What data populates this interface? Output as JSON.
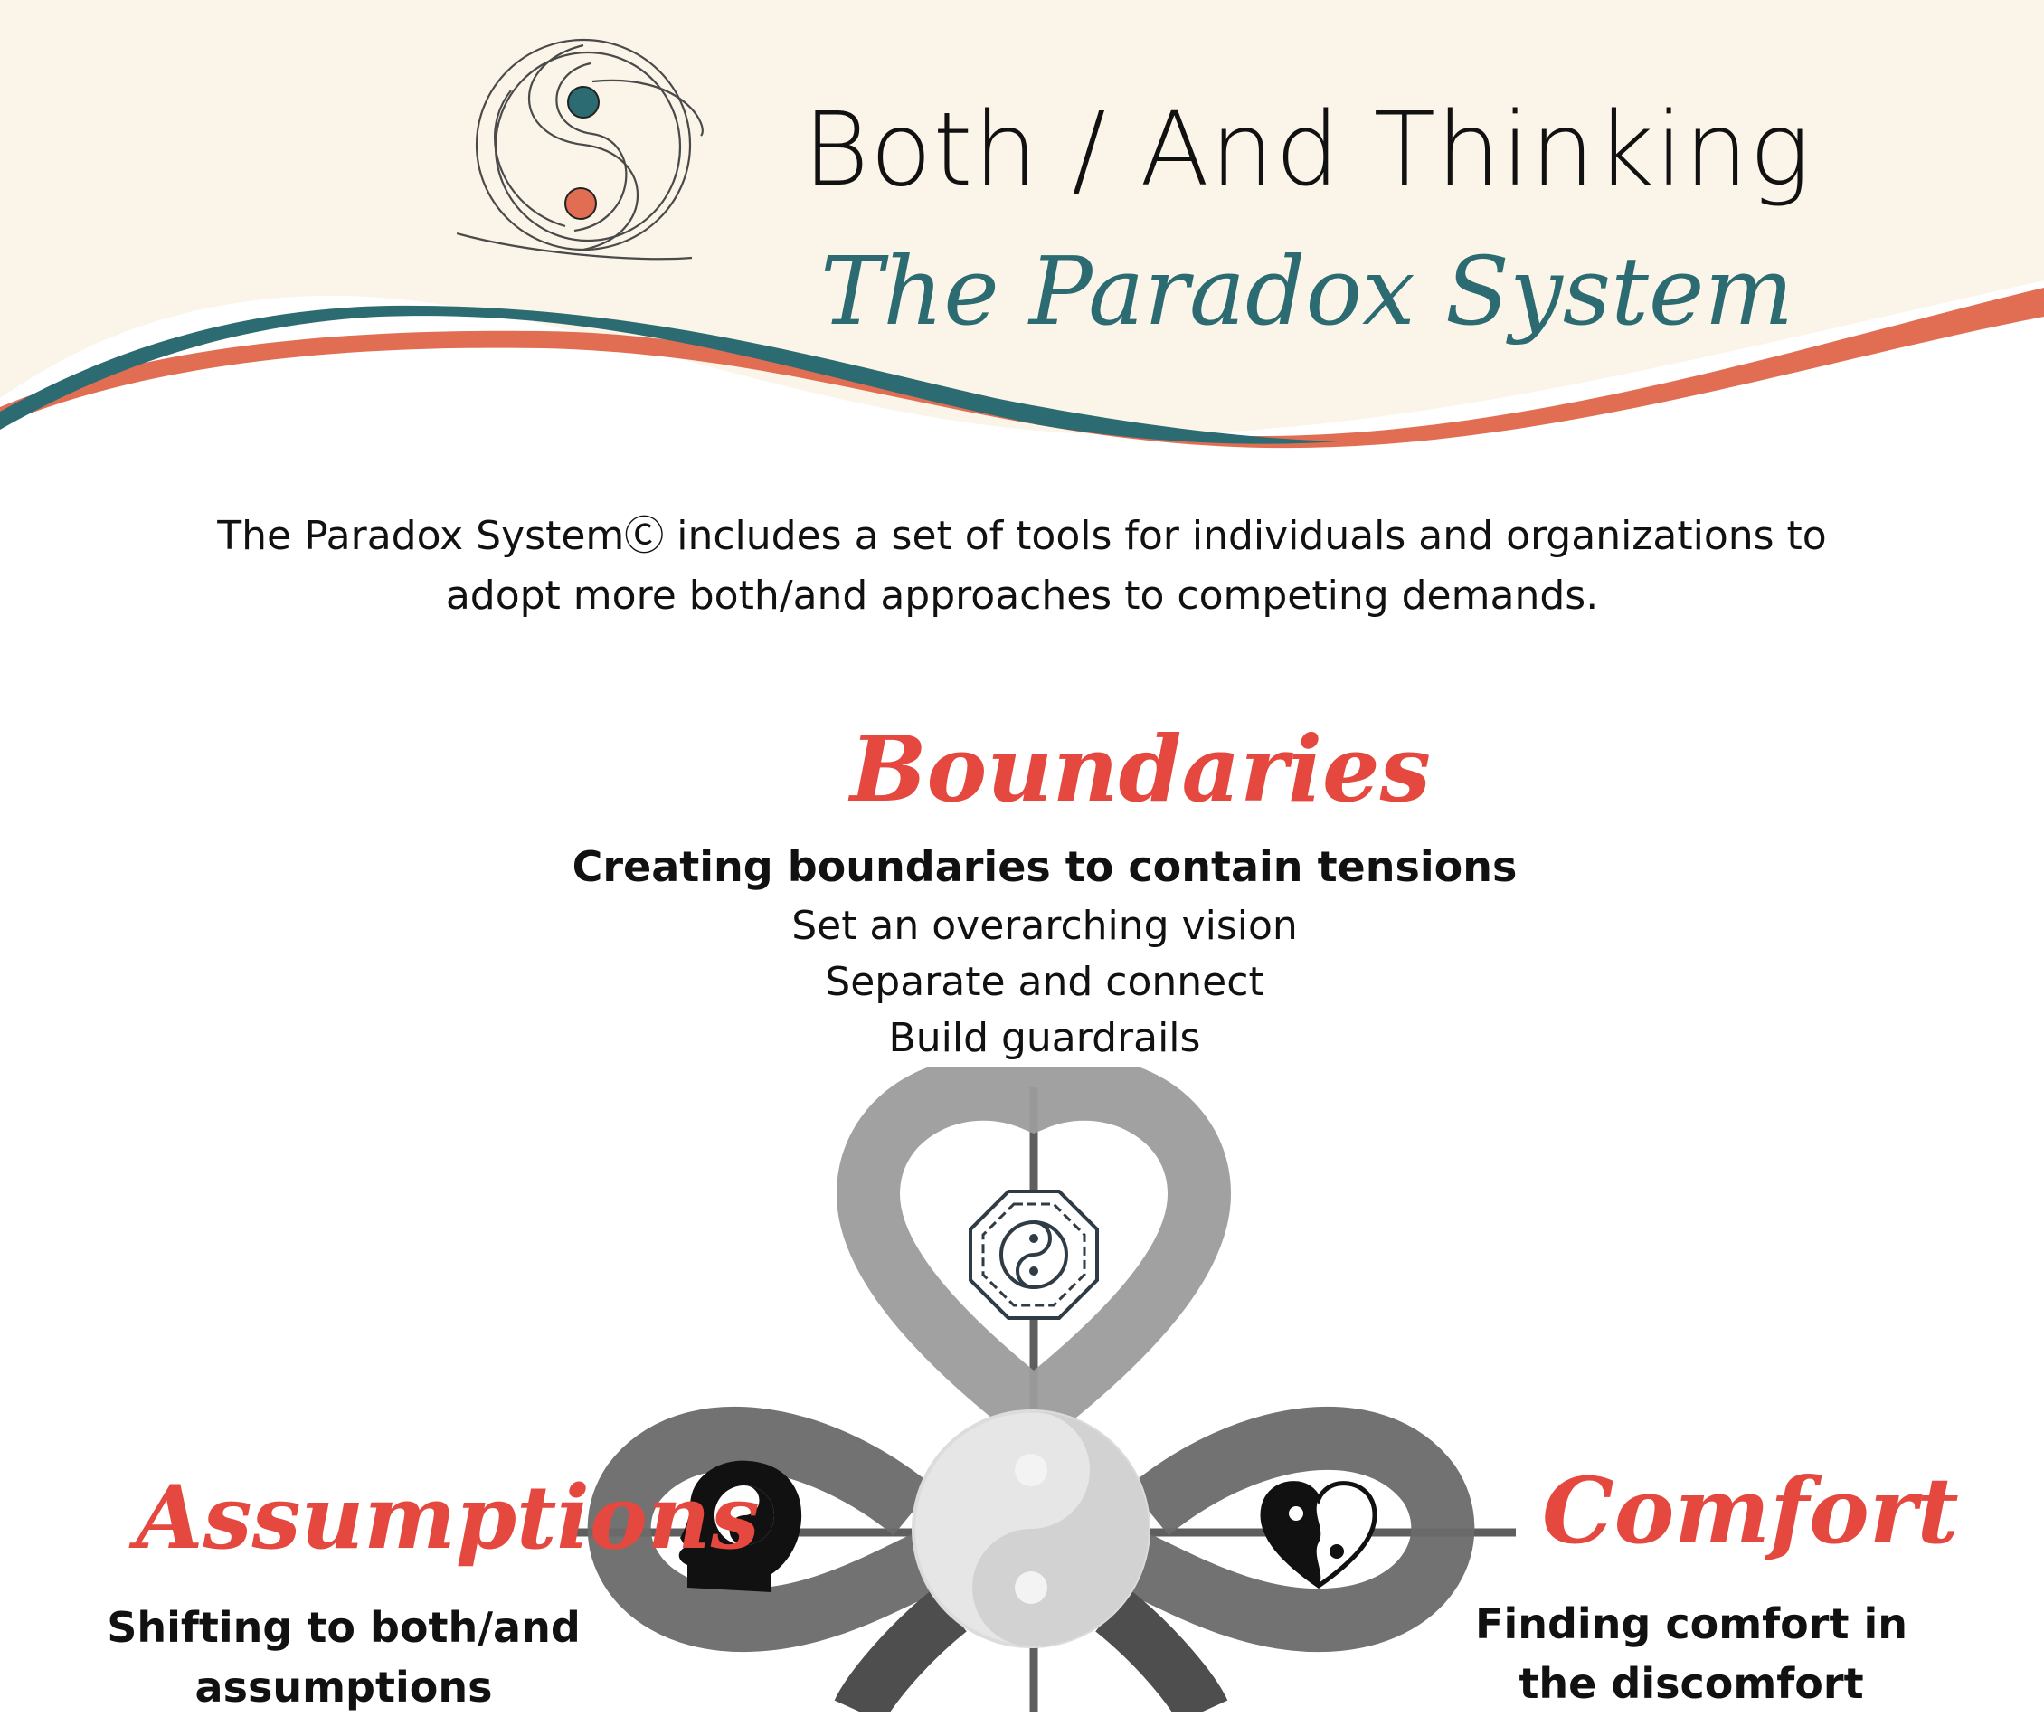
{
  "header": {
    "title": "Both / And Thinking",
    "subtitle": "The Paradox System",
    "logo_icon": "yin-yang-swirl-logo-icon"
  },
  "intro": {
    "line1": "The Paradox SystemⒸ includes a set of tools for individuals and organizations to",
    "line2": "adopt more both/and approaches to competing demands."
  },
  "boundaries": {
    "title": "Boundaries",
    "heading": "Creating boundaries to contain tensions",
    "items": [
      "Set an overarching vision",
      "Separate and connect",
      "Build guardrails"
    ],
    "icon": "bagua-yin-yang-icon"
  },
  "assumptions": {
    "title": "Assumptions",
    "heading_line1": "Shifting to both/and",
    "heading_line2": "assumptions",
    "icon": "head-yin-yang-icon"
  },
  "comfort": {
    "title": "Comfort",
    "heading_line1": "Finding comfort in",
    "heading_line2": "the discomfort",
    "icon": "heart-yin-yang-icon"
  },
  "center_icon": "yin-yang-center-icon",
  "colors": {
    "teal": "#2c6b71",
    "coral": "#e16e52",
    "cream": "#fbf4e8",
    "red_label": "#e5483f",
    "grey_loop": "#8a8a8a"
  }
}
